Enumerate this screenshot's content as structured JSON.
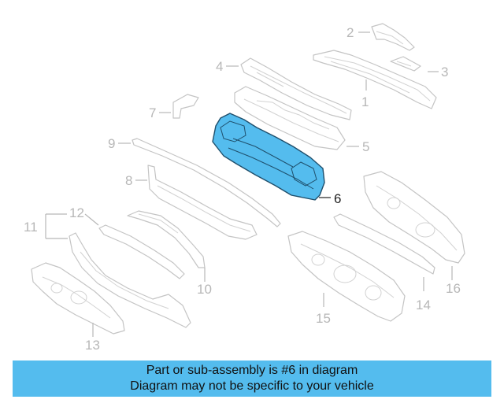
{
  "diagram": {
    "highlight_color": "#54bcee",
    "callouts": [
      {
        "label": "1"
      },
      {
        "label": "2"
      },
      {
        "label": "3"
      },
      {
        "label": "4"
      },
      {
        "label": "5"
      },
      {
        "label": "6"
      },
      {
        "label": "7"
      },
      {
        "label": "8"
      },
      {
        "label": "9"
      },
      {
        "label": "10"
      },
      {
        "label": "11"
      },
      {
        "label": "12"
      },
      {
        "label": "13"
      },
      {
        "label": "14"
      },
      {
        "label": "15"
      },
      {
        "label": "16"
      }
    ]
  },
  "banner": {
    "line1": "Part or sub-assembly is #6 in diagram",
    "line2": "Diagram may not be specific to your vehicle",
    "color": "#54bcee"
  }
}
